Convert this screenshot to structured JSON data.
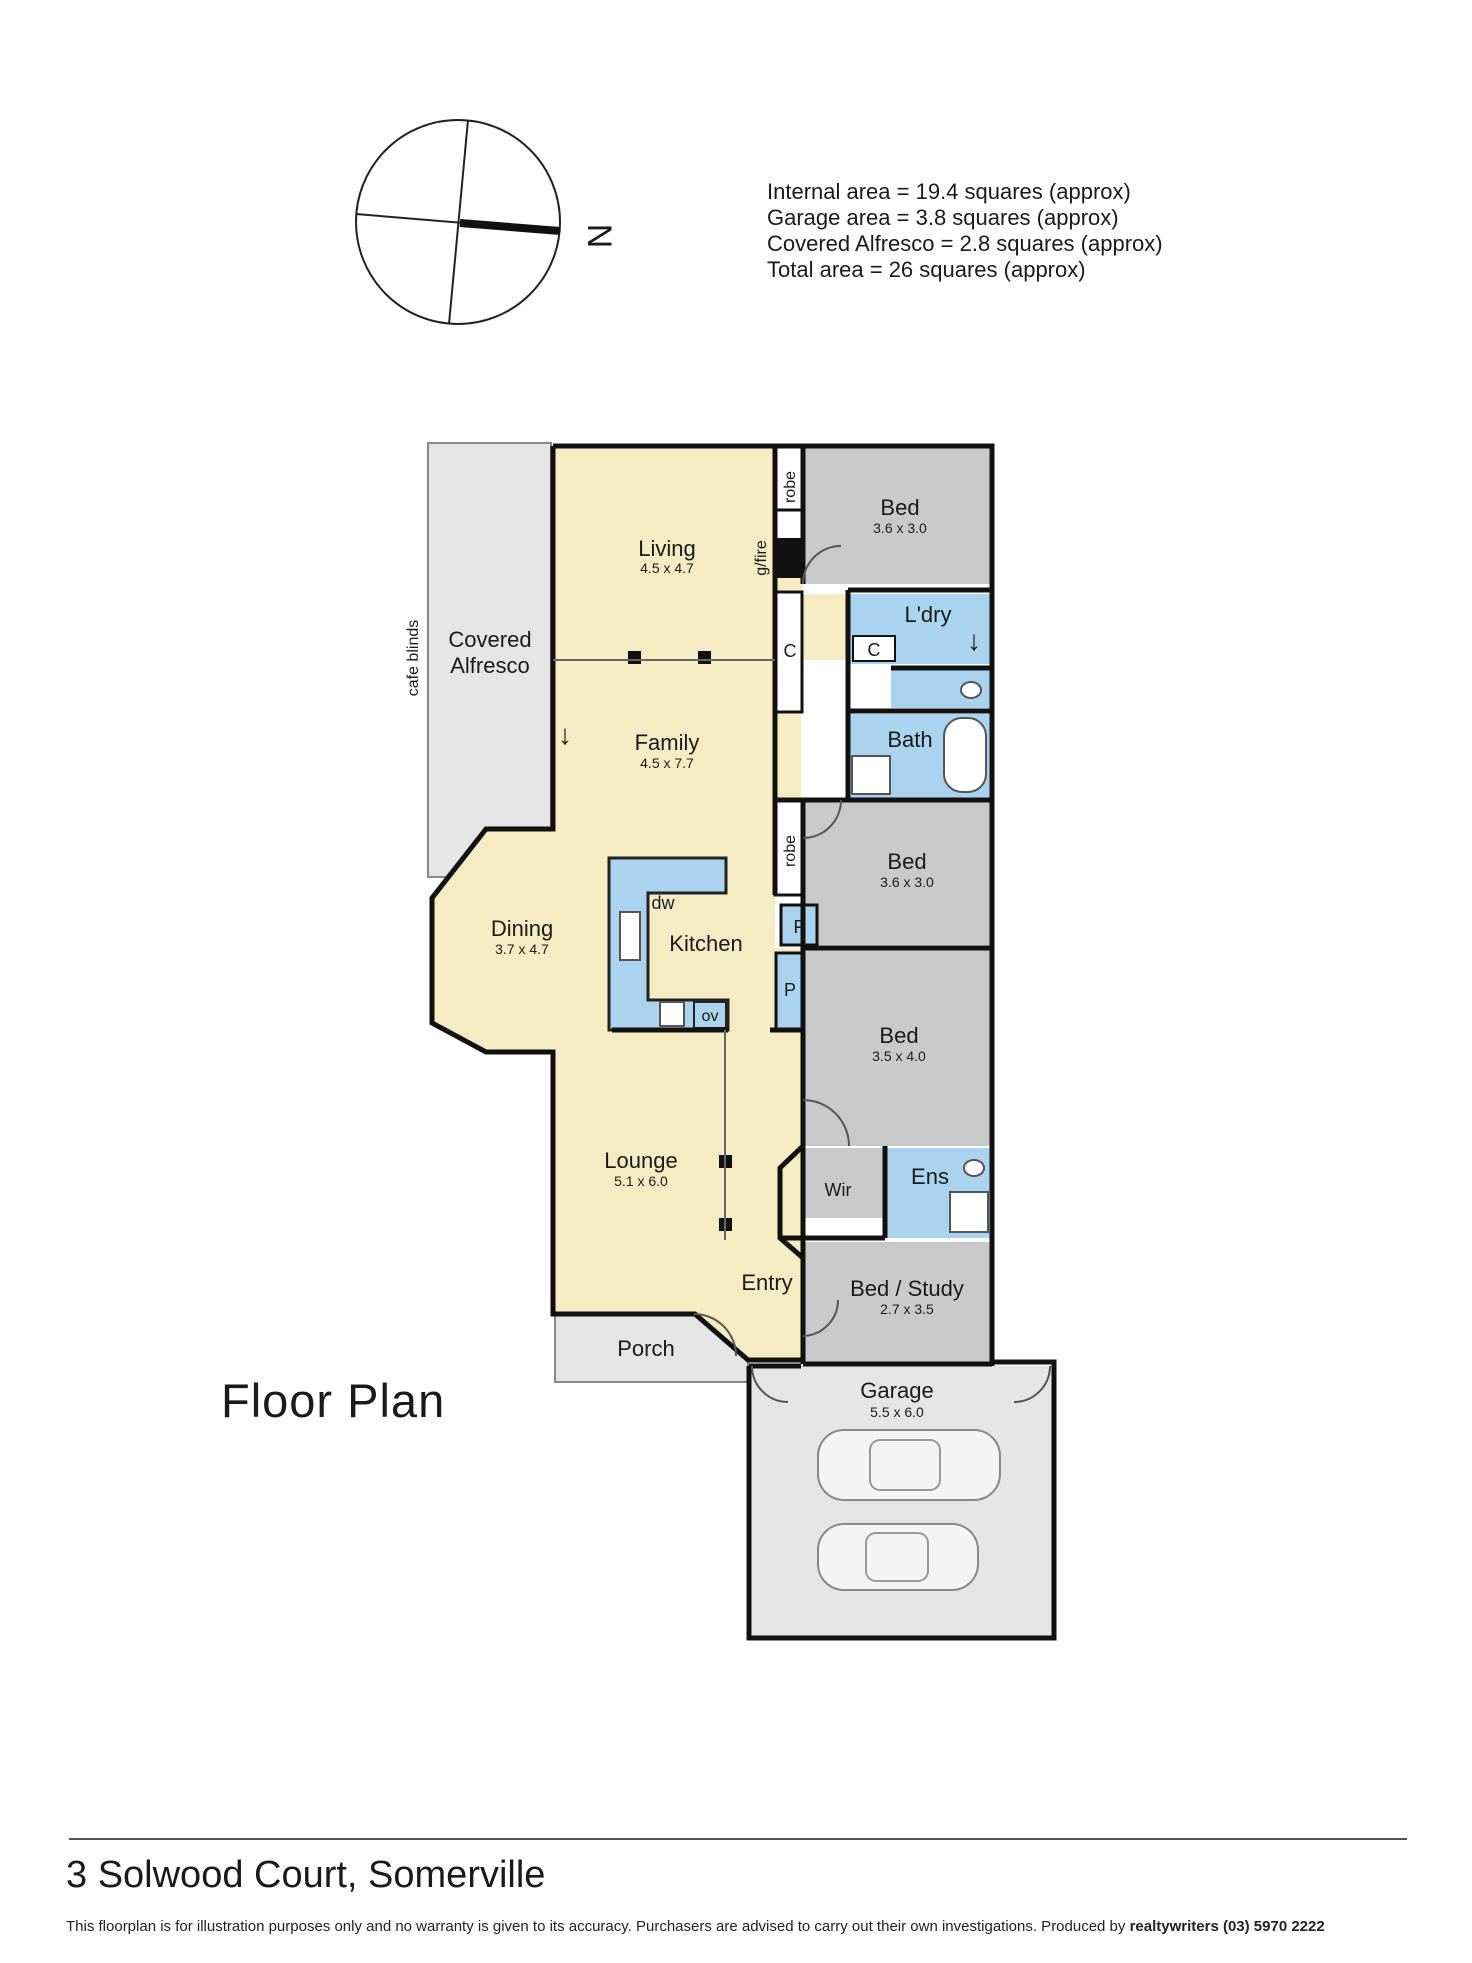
{
  "compass": {
    "north_label": "N"
  },
  "areas": [
    "Internal area = 19.4 squares (approx)",
    "Garage area = 3.8 squares (approx)",
    "Covered Alfresco = 2.8 squares (approx)",
    "Total area = 26 squares (approx)"
  ],
  "rooms": {
    "living": {
      "name": "Living",
      "size": "4.5 x 4.7"
    },
    "family": {
      "name": "Family",
      "size": "4.5 x 7.7"
    },
    "dining": {
      "name": "Dining",
      "size": "3.7 x 4.7"
    },
    "kitchen": {
      "name": "Kitchen"
    },
    "lounge": {
      "name": "Lounge",
      "size": "5.1 x 6.0"
    },
    "entry": {
      "name": "Entry"
    },
    "porch": {
      "name": "Porch"
    },
    "covered_alfresco": {
      "line1": "Covered",
      "line2": "Alfresco"
    },
    "bed1": {
      "name": "Bed",
      "size": "3.6 x 3.0"
    },
    "laundry": {
      "name": "L'dry"
    },
    "bath": {
      "name": "Bath"
    },
    "bed2": {
      "name": "Bed",
      "size": "3.6 x 3.0"
    },
    "bed3": {
      "name": "Bed",
      "size": "3.5 x 4.0"
    },
    "ensuite": {
      "name": "Ens"
    },
    "wir": {
      "name": "Wir"
    },
    "bed_study": {
      "name": "Bed / Study",
      "size": "2.7 x 3.5"
    },
    "garage": {
      "name": "Garage",
      "size": "5.5 x 6.0"
    }
  },
  "fixtures": {
    "robe_top": "robe",
    "robe_mid": "robe",
    "gas_fire": "g/fire",
    "cupboard_hall": "C",
    "cupboard_laundry": "C",
    "fridge": "F",
    "pantry": "P",
    "dishwasher": "dw",
    "oven": "ov",
    "cafe_blinds": "cafe blinds"
  },
  "title": "Floor  Plan",
  "address": "3 Solwood Court, Somerville",
  "disclaimer": {
    "text": "This floorplan is for illustration purposes only and no warranty is given to its accuracy. Purchasers are advised to carry out their own investigations. Produced by ",
    "brand": "realtywriters",
    "phone": " (03) 5970 2222"
  },
  "colors": {
    "living_zone": "#f6ecc4",
    "bedroom": "#c9c9c9",
    "wet_area": "#a9d3ee",
    "outdoor": "#e5e5e5",
    "wall": "#111111"
  }
}
